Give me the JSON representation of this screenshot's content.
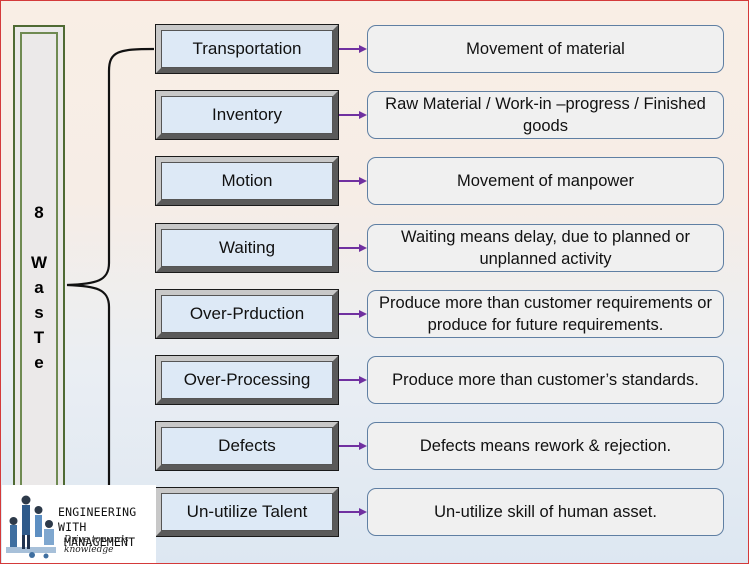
{
  "title": {
    "chars": [
      "8",
      "W",
      "a",
      "s",
      "T",
      "e"
    ]
  },
  "rows": [
    {
      "category": "Transportation",
      "description": "Movement of material"
    },
    {
      "category": "Inventory",
      "description": "Raw Material / Work-in –progress / Finished goods"
    },
    {
      "category": "Motion",
      "description": "Movement of manpower"
    },
    {
      "category": "Waiting",
      "description": "Waiting means delay, due to planned or unplanned activity"
    },
    {
      "category": "Over-Prduction",
      "description": "Produce more than customer requirements or produce for future requirements."
    },
    {
      "category": "Over-Processing",
      "description": "Produce more than customer’s standards."
    },
    {
      "category": "Defects",
      "description": "Defects means rework & rejection."
    },
    {
      "category": "Un-utilize Talent",
      "description": "Un-utilize skill of human asset."
    }
  ],
  "logo": {
    "line1": "ENGINEERING WITH",
    "line2": "MANAGEMENT",
    "tagline": "Drive towards knowledge"
  },
  "colors": {
    "arrow": "#7030a0",
    "category_fill": "#dde9f6",
    "description_border": "#5f7fa3",
    "title_border": "#4f6a33"
  }
}
